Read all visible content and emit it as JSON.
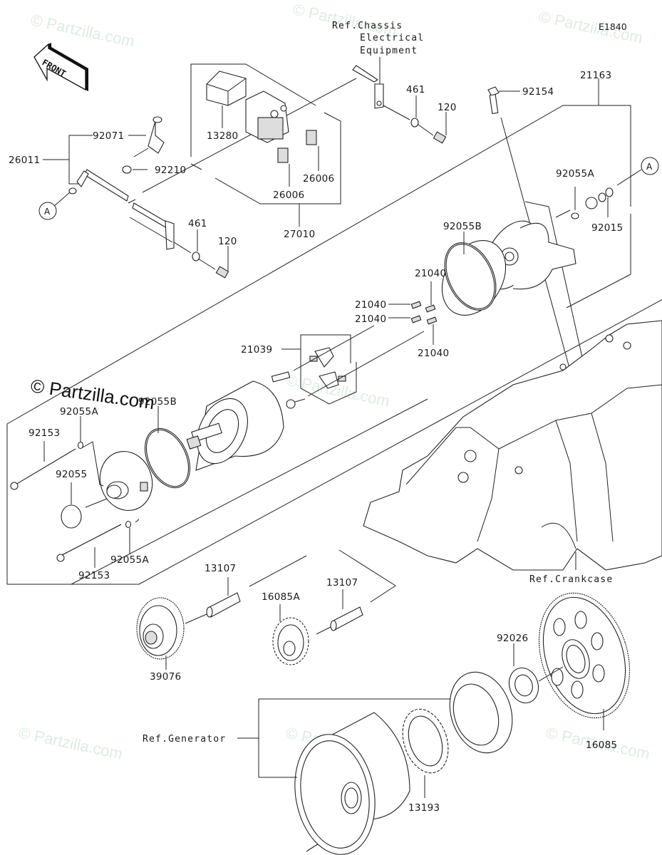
{
  "diagram": {
    "code": "E1840",
    "front_label": "FRONT",
    "watermark": "© Partzilla.com",
    "watermark_main": "© Partzilla.com",
    "callout_a": "A",
    "refs": {
      "chassis_line1": "Ref.Chassis",
      "chassis_line2": "Electrical",
      "chassis_line3": "Equipment",
      "crankcase": "Ref.Crankcase",
      "generator": "Ref.Generator"
    },
    "parts": {
      "p92071": "92071",
      "p26011": "26011",
      "p92210": "92210",
      "p13280": "13280",
      "p26006a": "26006",
      "p26006b": "26006",
      "p27010": "27010",
      "p461a": "461",
      "p120a": "120",
      "p461b": "461",
      "p120b": "120",
      "p92154": "92154",
      "p21163": "21163",
      "p92055A_top": "92055A",
      "p92015": "92015",
      "p92055B_top": "92055B",
      "p21040_a": "21040",
      "p21040_b": "21040",
      "p21040_c": "21040",
      "p21040_d": "21040",
      "p21039": "21039",
      "p92055A_l1": "92055A",
      "p92055B_l": "92055B",
      "p92153_a": "92153",
      "p92055": "92055",
      "p92055A_l2": "92055A",
      "p92153_b": "92153",
      "p13107_a": "13107",
      "p13107_b": "13107",
      "p16085A": "16085A",
      "p39076": "39076",
      "p92026": "92026",
      "p16085": "16085",
      "p13193": "13193"
    }
  }
}
